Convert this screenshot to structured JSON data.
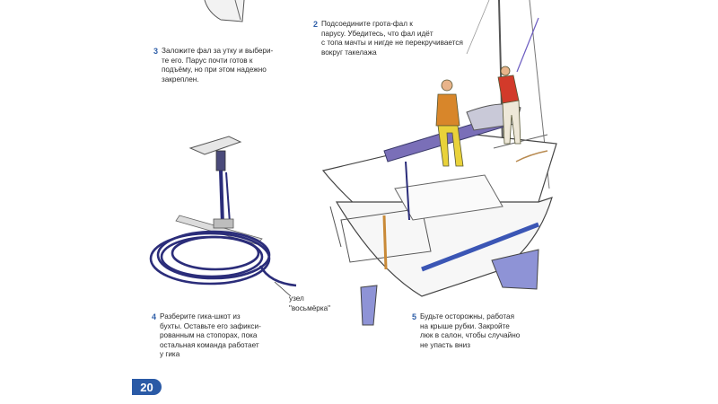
{
  "captions": {
    "step2": {
      "number": "2",
      "text": "Подсоедините грота-фал к\nпарусу. Убедитесь, что фал идёт\nс топа мачты и нигде не перекручивается\nвокруг такелажа"
    },
    "step3": {
      "number": "3",
      "text": "Заложите фал за утку и выбери-\nте его. Парус почти готов к\nподъёму, но при этом надежно\nзакреплен."
    },
    "step4": {
      "number": "4",
      "text": "Разберите гика-шкот из\nбухты. Оставьте его зафикси-\nрованным на стопорах, пока\nостальная команда работает\nу гика"
    },
    "step5": {
      "number": "5",
      "text": "Будьте осторожны, работая\nна крыше рубки. Закройте\nлюк в салон, чтобы случайно\nне упасть вниз"
    }
  },
  "knot_label": "узел\n\"восьмёрка\"",
  "page_number": "20",
  "colors": {
    "accent": "#2a5aa6",
    "rope": "#2b2d7a",
    "hull_blue": "#3b56b5",
    "keel": "#8e93d6",
    "sail": "#7a6fb8"
  }
}
